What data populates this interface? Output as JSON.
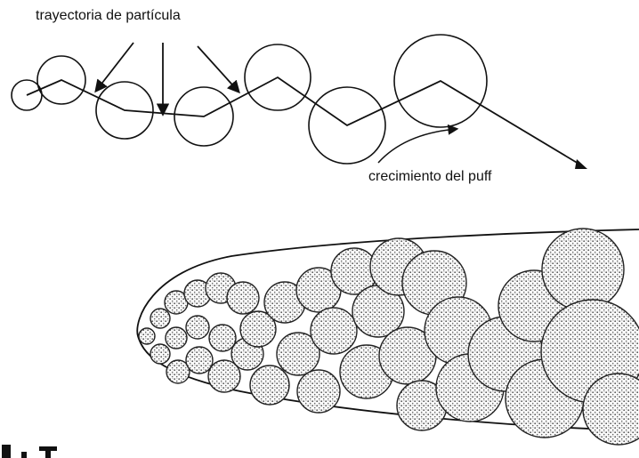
{
  "labels": {
    "trajectory": "trayectoria de partícula",
    "growth": "crecimiento del puff"
  },
  "colors": {
    "ink": "#111111",
    "stipple": "#9a9a9a",
    "background": "#ffffff"
  },
  "diagram": {
    "upper": "puff circles growing along a zigzag particle trajectory",
    "lower": "overlapping stippled puffs filling an elongated plume envelope"
  }
}
